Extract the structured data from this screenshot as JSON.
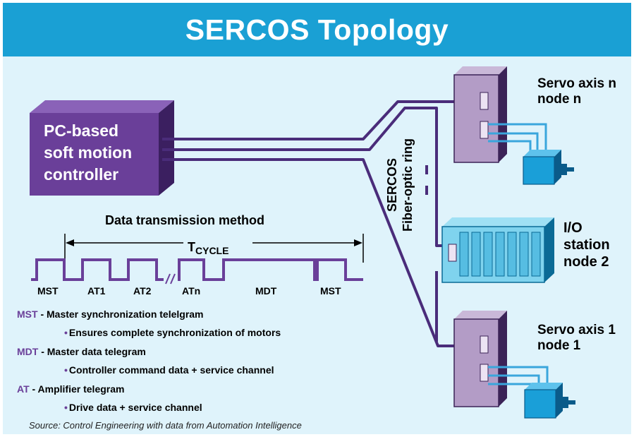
{
  "title": "SERCOS Topology",
  "controller": {
    "label_lines": [
      "PC-based",
      "soft motion",
      "controller"
    ]
  },
  "ring_label": [
    "SERCOS",
    "Fiber-optic ring"
  ],
  "nodes": {
    "servo_n": [
      "Servo axis n",
      "node n"
    ],
    "io": [
      "I/O",
      "station",
      "node 2"
    ],
    "servo_1": [
      "Servo axis 1",
      "node 1"
    ]
  },
  "transmission": {
    "title": "Data transmission method",
    "cycle_label": "T",
    "cycle_subscript": "CYCLE",
    "segments": [
      "MST",
      "AT1",
      "AT2",
      "ATn",
      "MDT",
      "MST"
    ]
  },
  "legend": [
    {
      "abbr": "MST",
      "desc": " - Master synchronization telelgram",
      "detail": "Ensures complete synchronization of motors"
    },
    {
      "abbr": "MDT",
      "desc": " - Master data telegram",
      "detail": "Controller command data + service channel"
    },
    {
      "abbr": "AT",
      "desc": " - Amplifier telegram",
      "detail": "Drive data + service channel"
    }
  ],
  "source": "Source: Control Engineering with data from Automation Intelligence",
  "colors": {
    "banner": "#1aa0d4",
    "background": "#dff3fb",
    "controller": "#6a3f99",
    "node_box": "#b39cc6",
    "io_box": "#7fd3ee",
    "motor": "#1a9fd8",
    "ring": "#4a2c7a",
    "motor_cable": "#3aa6dc"
  },
  "icons": [
    "controller-box-icon",
    "servo-drive-icon",
    "io-rack-icon",
    "servo-motor-icon"
  ]
}
